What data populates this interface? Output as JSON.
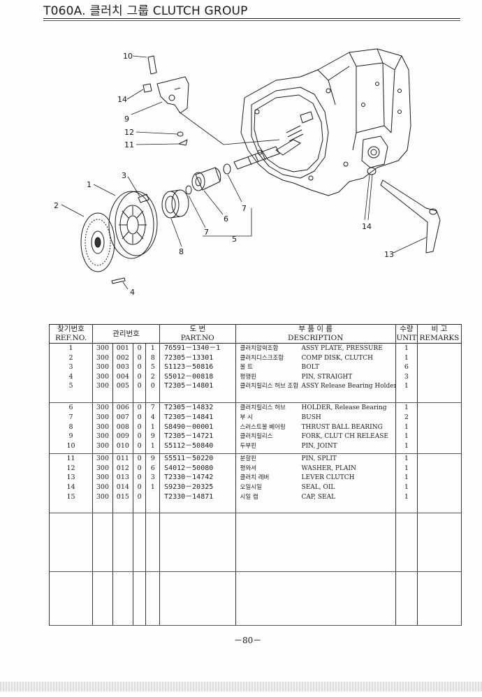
{
  "header": {
    "title": "T060A. 클러치 그룹 CLUTCH GROUP"
  },
  "diagram": {
    "callouts": [
      "10",
      "14",
      "9",
      "12",
      "11",
      "3",
      "1",
      "2",
      "4",
      "8",
      "7",
      "6",
      "5",
      "7",
      "14",
      "13"
    ]
  },
  "table": {
    "headers": {
      "ref_ko": "찾기번호",
      "ref_en": "REF.NO.",
      "mgmt_ko": "관리번호",
      "part_ko": "도 번",
      "part_en": "PART.NO",
      "desc_ko": "부 품 이 름",
      "desc_en": "DESCRIPTION",
      "unit_ko": "수량",
      "unit_en": "UNIT",
      "rem_ko": "비 고",
      "rem_en": "REMARKS"
    },
    "groups": [
      [
        {
          "ref": "1",
          "m1": "300",
          "m2": "001",
          "m3": "0",
          "m4": "1",
          "part": "76591－1340－1",
          "ko": "클러치압력조합",
          "en": "ASSY PLATE, PRESSURE",
          "unit": "1"
        },
        {
          "ref": "2",
          "m1": "300",
          "m2": "002",
          "m3": "0",
          "m4": "8",
          "part": "72305－13301",
          "ko": "클러치디스크조합",
          "en": "COMP DISK, CLUTCH",
          "unit": "1"
        },
        {
          "ref": "3",
          "m1": "300",
          "m2": "003",
          "m3": "0",
          "m4": "5",
          "part": "S1123－50816",
          "ko": "볼 트",
          "en": "BOLT",
          "unit": "6"
        },
        {
          "ref": "4",
          "m1": "300",
          "m2": "004",
          "m3": "0",
          "m4": "2",
          "part": "S5012－00818",
          "ko": "평행핀",
          "en": "PIN, STRAIGHT",
          "unit": "3"
        },
        {
          "ref": "5",
          "m1": "300",
          "m2": "005",
          "m3": "0",
          "m4": "0",
          "part": "T2305－14801",
          "ko": "클러치릴리스 허브 조합",
          "en": "ASSY Release Bearing Holder",
          "unit": "1"
        }
      ],
      [
        {
          "ref": "6",
          "m1": "300",
          "m2": "006",
          "m3": "0",
          "m4": "7",
          "part": "T2305－14832",
          "ko": "클러치릴리스 허브",
          "en": "HOLDER, Release Bearing",
          "unit": "1"
        },
        {
          "ref": "7",
          "m1": "300",
          "m2": "007",
          "m3": "0",
          "m4": "4",
          "part": "T2305－14841",
          "ko": "부 시",
          "en": "BUSH",
          "unit": "2"
        },
        {
          "ref": "8",
          "m1": "300",
          "m2": "008",
          "m3": "0",
          "m4": "1",
          "part": "S8490－00001",
          "ko": "스러스트볼 베어링",
          "en": "THRUST BALL BEARING",
          "unit": "1"
        },
        {
          "ref": "9",
          "m1": "300",
          "m2": "009",
          "m3": "0",
          "m4": "9",
          "part": "T2305－14721",
          "ko": "클러치릴리스",
          "en": "FORK, CLUT CH RELEASE",
          "unit": "1"
        },
        {
          "ref": "10",
          "m1": "300",
          "m2": "010",
          "m3": "0",
          "m4": "1",
          "part": "S5112－50840",
          "ko": "두부핀",
          "en": "PIN, JOINT",
          "unit": "1"
        }
      ],
      [
        {
          "ref": "11",
          "m1": "300",
          "m2": "011",
          "m3": "0",
          "m4": "9",
          "part": "S5511－50220",
          "ko": "분할핀",
          "en": "PIN, SPLIT",
          "unit": "1"
        },
        {
          "ref": "12",
          "m1": "300",
          "m2": "012",
          "m3": "0",
          "m4": "6",
          "part": "S4012－50080",
          "ko": "평와셔",
          "en": "WASHER, PLAIN",
          "unit": "1"
        },
        {
          "ref": "13",
          "m1": "300",
          "m2": "013",
          "m3": "0",
          "m4": "3",
          "part": "T2330－14742",
          "ko": "클러치 레버",
          "en": "LEVER CLUTCH",
          "unit": "1"
        },
        {
          "ref": "14",
          "m1": "300",
          "m2": "014",
          "m3": "0",
          "m4": "1",
          "part": "S9230－20325",
          "ko": "오일시일",
          "en": "SEAL, OIL",
          "unit": "1"
        },
        {
          "ref": "15",
          "m1": "300",
          "m2": "015",
          "m3": "0",
          "m4": "",
          "part": "T2330－14871",
          "ko": "시일 캡",
          "en": "CAP, SEAL",
          "unit": "1"
        }
      ]
    ]
  },
  "footer": {
    "page": "－80－"
  }
}
